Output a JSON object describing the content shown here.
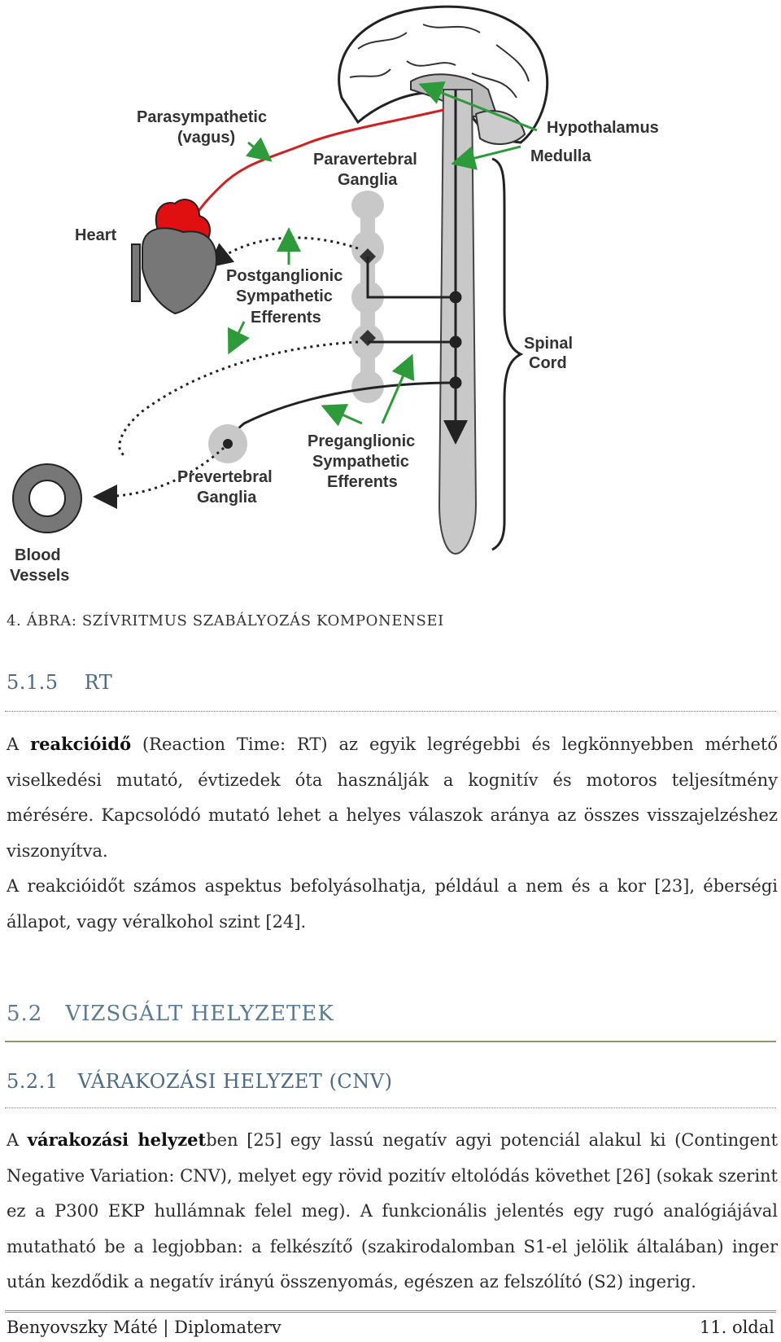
{
  "figure": {
    "labels": {
      "parasympathetic": "Parasympathetic",
      "vagus": "(vagus)",
      "paravertebral": "Paravertebral",
      "ganglia1": "Ganglia",
      "hypothalamus": "Hypothalamus",
      "medulla": "Medulla",
      "heart": "Heart",
      "postganglionic": "Postganglionic",
      "sympathetic1": "Sympathetic",
      "efferents1": "Efferents",
      "spinal": "Spinal",
      "cord": "Cord",
      "preganglionic": "Preganglionic",
      "sympathetic2": "Sympathetic",
      "efferents2": "Efferents",
      "prevertebral": "Prevertebral",
      "ganglia2": "Ganglia",
      "blood": "Blood",
      "vessels": "Vessels"
    }
  },
  "caption": "4. ÁBRA: SZÍVRITMUS SZABÁLYOZÁS KOMPONENSEI",
  "section_rt": {
    "number": "5.1.5",
    "title": "RT"
  },
  "para1": {
    "a": "A ",
    "bold": "reakcióidő",
    "rest": " (Reaction Time: RT) az egyik legrégebbi és legkönnyebben mérhető viselkedési mutató, évtizedek óta használják a kognitív és motoros teljesítmény mérésére. Kapcsolódó mutató lehet a helyes válaszok aránya az összes visszajelzéshez viszonyítva."
  },
  "para2": "A reakcióidőt számos aspektus befolyásolhatja, például a nem és a kor [23], éberségi állapot, vagy véralkohol szint [24].",
  "section_52": {
    "number": "5.2",
    "title": "VIZSGÁLT HELYZETEK"
  },
  "section_521": {
    "number": "5.2.1",
    "title": "VÁRAKOZÁSI HELYZET (CNV)"
  },
  "para3": {
    "a": "A ",
    "bold": "várakozási helyzet",
    "rest": "ben [25] egy lassú negatív agyi potenciál alakul ki (Contingent Negative Variation: CNV), melyet egy rövid pozitív eltolódás követhet [26] (sokak szerint ez a P300 EKP hullámnak felel meg). A funkcionális jelentés egy rugó analógiájával mutatható be a legjobban: a felkészítő (szakirodalomban S1-el jelölik általában) inger után kezdődik a negatív irányú összenyomás, egészen az felszólító (S2) ingerig."
  },
  "footer": {
    "left": "Benyovszky Máté | Diplomaterv",
    "right": "11. oldal"
  },
  "colors": {
    "arrow": "#2e9b3a",
    "vagus": "#d02020",
    "heart_red": "#e01010"
  }
}
